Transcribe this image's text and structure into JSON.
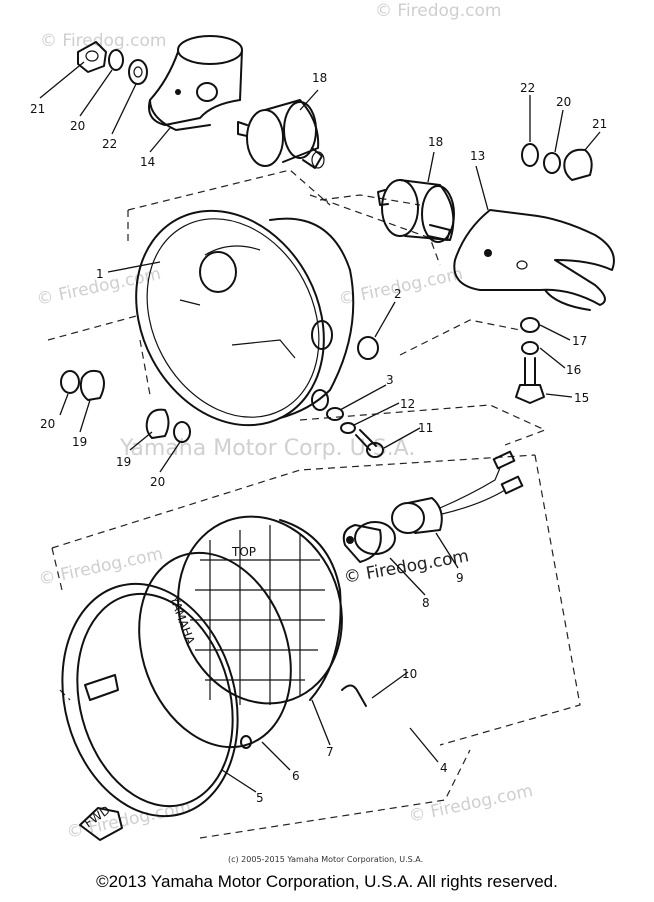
{
  "watermarks": {
    "brand": "© Firedog.com",
    "center": "Yamaha Motor Corp. U.S.A."
  },
  "parts": {
    "p1": "1",
    "p2": "2",
    "p3": "3",
    "p4": "4",
    "p5": "5",
    "p6": "6",
    "p7": "7",
    "p8": "8",
    "p9": "9",
    "p10": "10",
    "p11": "11",
    "p12": "12",
    "p13": "13",
    "p14": "14",
    "p15": "15",
    "p16": "16",
    "p17": "17",
    "p18a": "18",
    "p18b": "18",
    "p19a": "19",
    "p19b": "19",
    "p20a": "20",
    "p20b": "20",
    "p20c": "20",
    "p20d": "20",
    "p21a": "21",
    "p21b": "21",
    "p22a": "22",
    "p22b": "22"
  },
  "lens_marks": {
    "top": "TOP",
    "brand": "YAMAHA"
  },
  "fwd_label": "FWD",
  "diagram_copyright": "(c) 2005-2015 Yamaha Motor Corporation, U.S.A.",
  "footer": "©2013 Yamaha Motor Corporation, U.S.A. All rights reserved."
}
